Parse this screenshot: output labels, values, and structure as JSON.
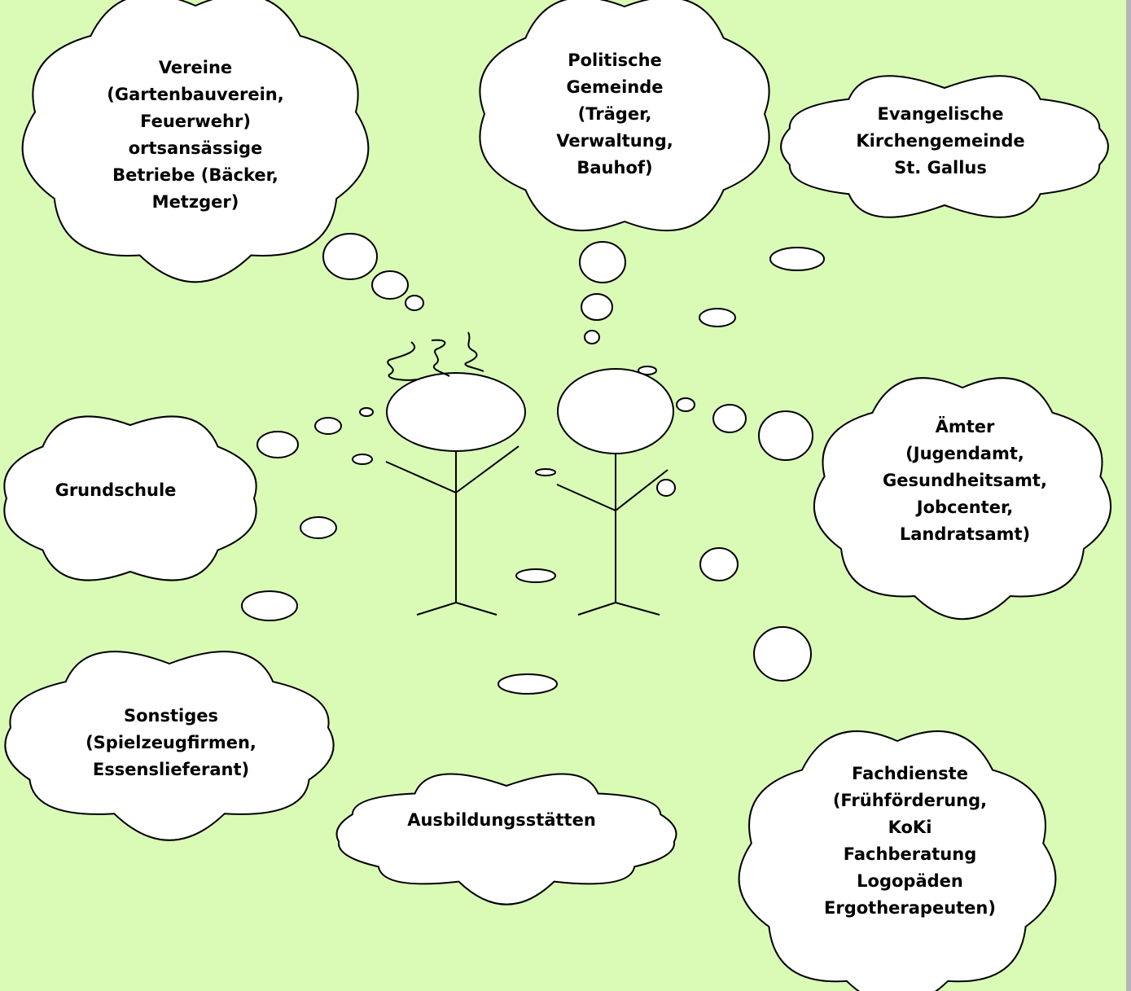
{
  "clouds": {
    "vereine": {
      "text": "Vereine\n(Gartenbauverein,\nFeuerwehr)\nortsansässige\nBetriebe (Bäcker,\nMetzger)"
    },
    "politische_gemeinde": {
      "text": "Politische\nGemeinde\n(Träger,\nVerwaltung,\nBauhof)"
    },
    "evangelische_kirchengemeinde": {
      "text": "Evangelische\nKirchengemeinde\nSt. Gallus"
    },
    "grundschule": {
      "text": "Grundschule"
    },
    "aemter": {
      "text": "Ämter\n(Jugendamt,\nGesundheitsamt,\nJobcenter,\nLandratsamt)"
    },
    "sonstiges": {
      "text": "Sonstiges\n(Spielzeugfirmen,\nEssenslieferant)"
    },
    "ausbildungsstaetten": {
      "text": "Ausbildungsstätten"
    },
    "fachdienste": {
      "text": "Fachdienste\n(Frühförderung,\nKoKi\nFachberatung\nLogopäden\nErgotherapeuten)"
    }
  },
  "colors": {
    "background": "#d9fbb6",
    "cloud_fill": "#ffffff",
    "stroke": "#000000"
  }
}
